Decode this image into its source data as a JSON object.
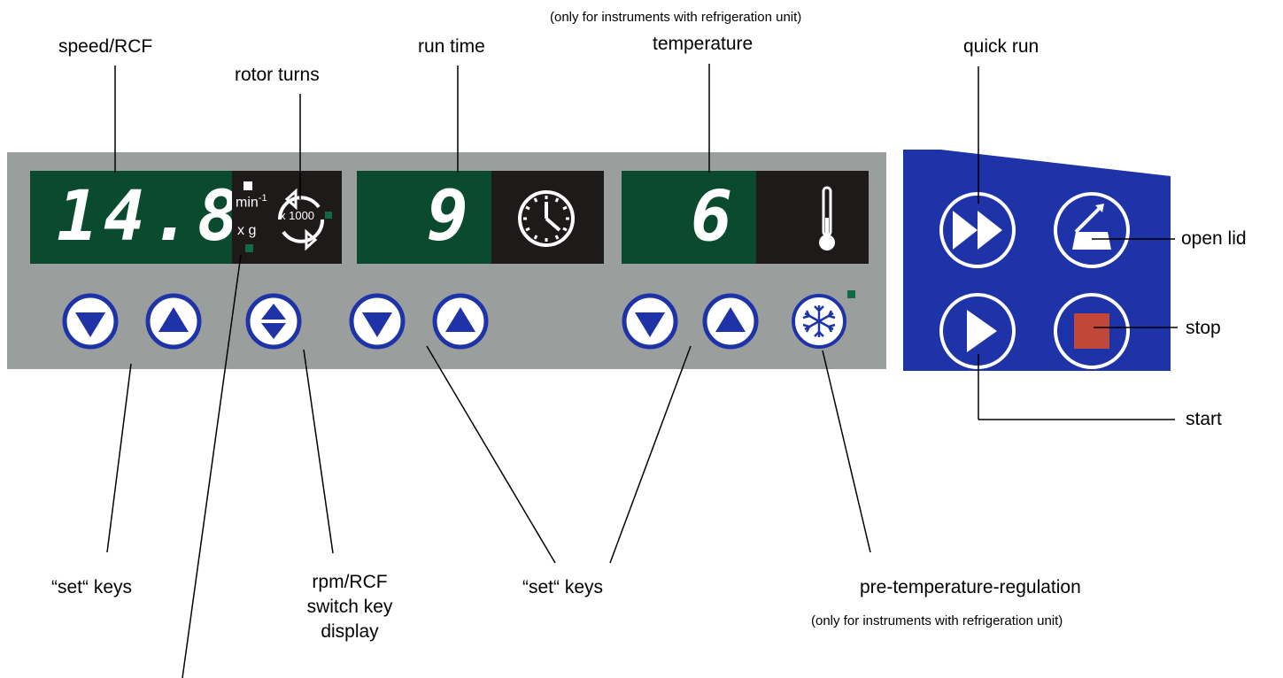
{
  "labels": {
    "speed_rcf": "speed/RCF",
    "rotor_turns": "rotor turns",
    "run_time": "run time",
    "temperature_note": "(only for instruments with refrigeration unit)",
    "temperature": "temperature",
    "quick_run": "quick run",
    "open_lid": "open lid",
    "stop": "stop",
    "start": "start",
    "set_keys_left": "“set“ keys",
    "rpm_rcf_line1": "rpm/RCF",
    "rpm_rcf_line2": "switch key",
    "rpm_rcf_line3": "display",
    "set_keys_mid": "“set“ keys",
    "pre_temp": "pre-temperature-regulation",
    "pre_temp_note": "(only for instruments with refrigeration unit)"
  },
  "display": {
    "speed_value": "14.8",
    "unit_min": "min",
    "unit_min_exp": "-1",
    "unit_xg": "x g",
    "multiplier": "x 1000",
    "time_value": "9",
    "temp_value": "6"
  },
  "icons": {
    "rotor": "rotation-arrows-icon",
    "clock": "clock-icon",
    "thermometer": "thermometer-icon",
    "down": "arrow-down-icon",
    "up": "arrow-up-icon",
    "toggle": "up-down-toggle-icon",
    "snowflake": "snowflake-icon",
    "quick_run": "fast-forward-icon",
    "open_lid": "open-lid-icon",
    "start": "play-icon",
    "stop": "stop-icon"
  },
  "colors": {
    "panel_gray": "#9a9e9d",
    "display_green": "#0a4b2f",
    "display_dark": "#1e1a19",
    "key_blue": "#1e33a8",
    "stop_red": "#c0473a"
  }
}
